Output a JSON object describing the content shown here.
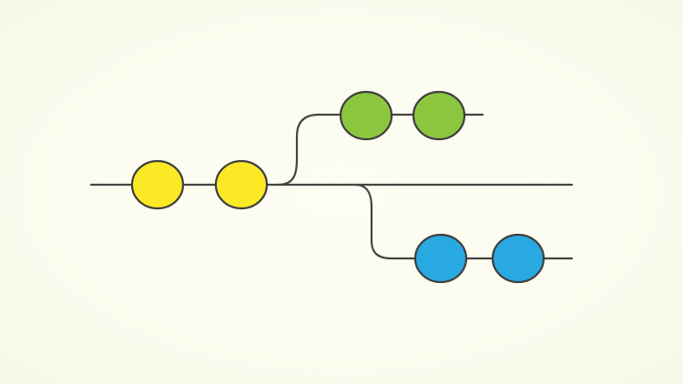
{
  "diagram": {
    "type": "git-branch-graph",
    "colors": {
      "background": "#fbfbef",
      "line": "#444444",
      "node_stroke": "#3f3f3f",
      "main_branch": "#fbe925",
      "feature_branch_top": "#8cc63f",
      "feature_branch_bottom": "#29a9e1"
    },
    "branches": [
      {
        "id": "main",
        "color_key": "main_branch",
        "commits": 2
      },
      {
        "id": "top",
        "color_key": "feature_branch_top",
        "commits": 2
      },
      {
        "id": "bottom",
        "color_key": "feature_branch_bottom",
        "commits": 2
      }
    ]
  }
}
